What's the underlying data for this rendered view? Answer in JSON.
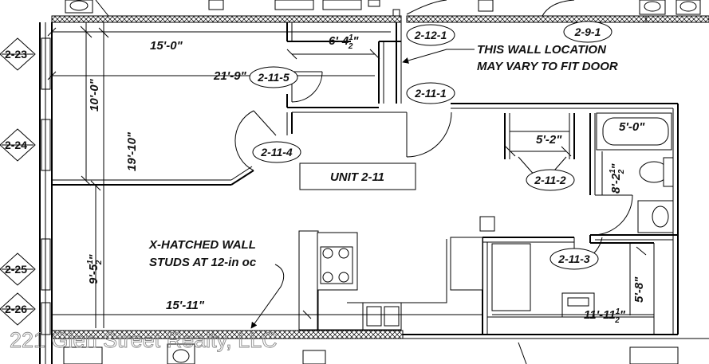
{
  "plan": {
    "unit_label": "UNIT 2-11",
    "dimensions": {
      "d1": "15'-0\"",
      "d2": "6'-4",
      "d2_frac": "1",
      "d2_den": "2",
      "d2_end": "\"",
      "d3": "21'-9\"",
      "d4": "10'-0\"",
      "d5": "19'-10\"",
      "d6": "5'-2\"",
      "d7": "5'-0\"",
      "d8": "8'-2",
      "d8_frac": "1",
      "d8_den": "2",
      "d8_end": "\"",
      "d9": "9'-5",
      "d9_frac": "1",
      "d9_den": "2",
      "d9_end": "\"",
      "d10": "15'-11\"",
      "d11": "5'-8\"",
      "d12": "11'-11",
      "d12_frac": "1",
      "d12_den": "2",
      "d12_end": "\""
    },
    "door_tags": [
      "2-12-1",
      "2-9-1",
      "2-11-5",
      "2-11-1",
      "2-11-4",
      "2-11-2",
      "2-11-3"
    ],
    "grid_tags": [
      "2-23",
      "2-24",
      "2-25",
      "2-26"
    ],
    "notes": {
      "wall_line1": "THIS WALL LOCATION",
      "wall_line2": "MAY VARY TO FIT DOOR",
      "hatch_line1": "X-HATCHED WALL",
      "hatch_line2": "STUDS AT 12-in oc"
    },
    "watermark": "221 Glen Street Realty, LLC"
  }
}
